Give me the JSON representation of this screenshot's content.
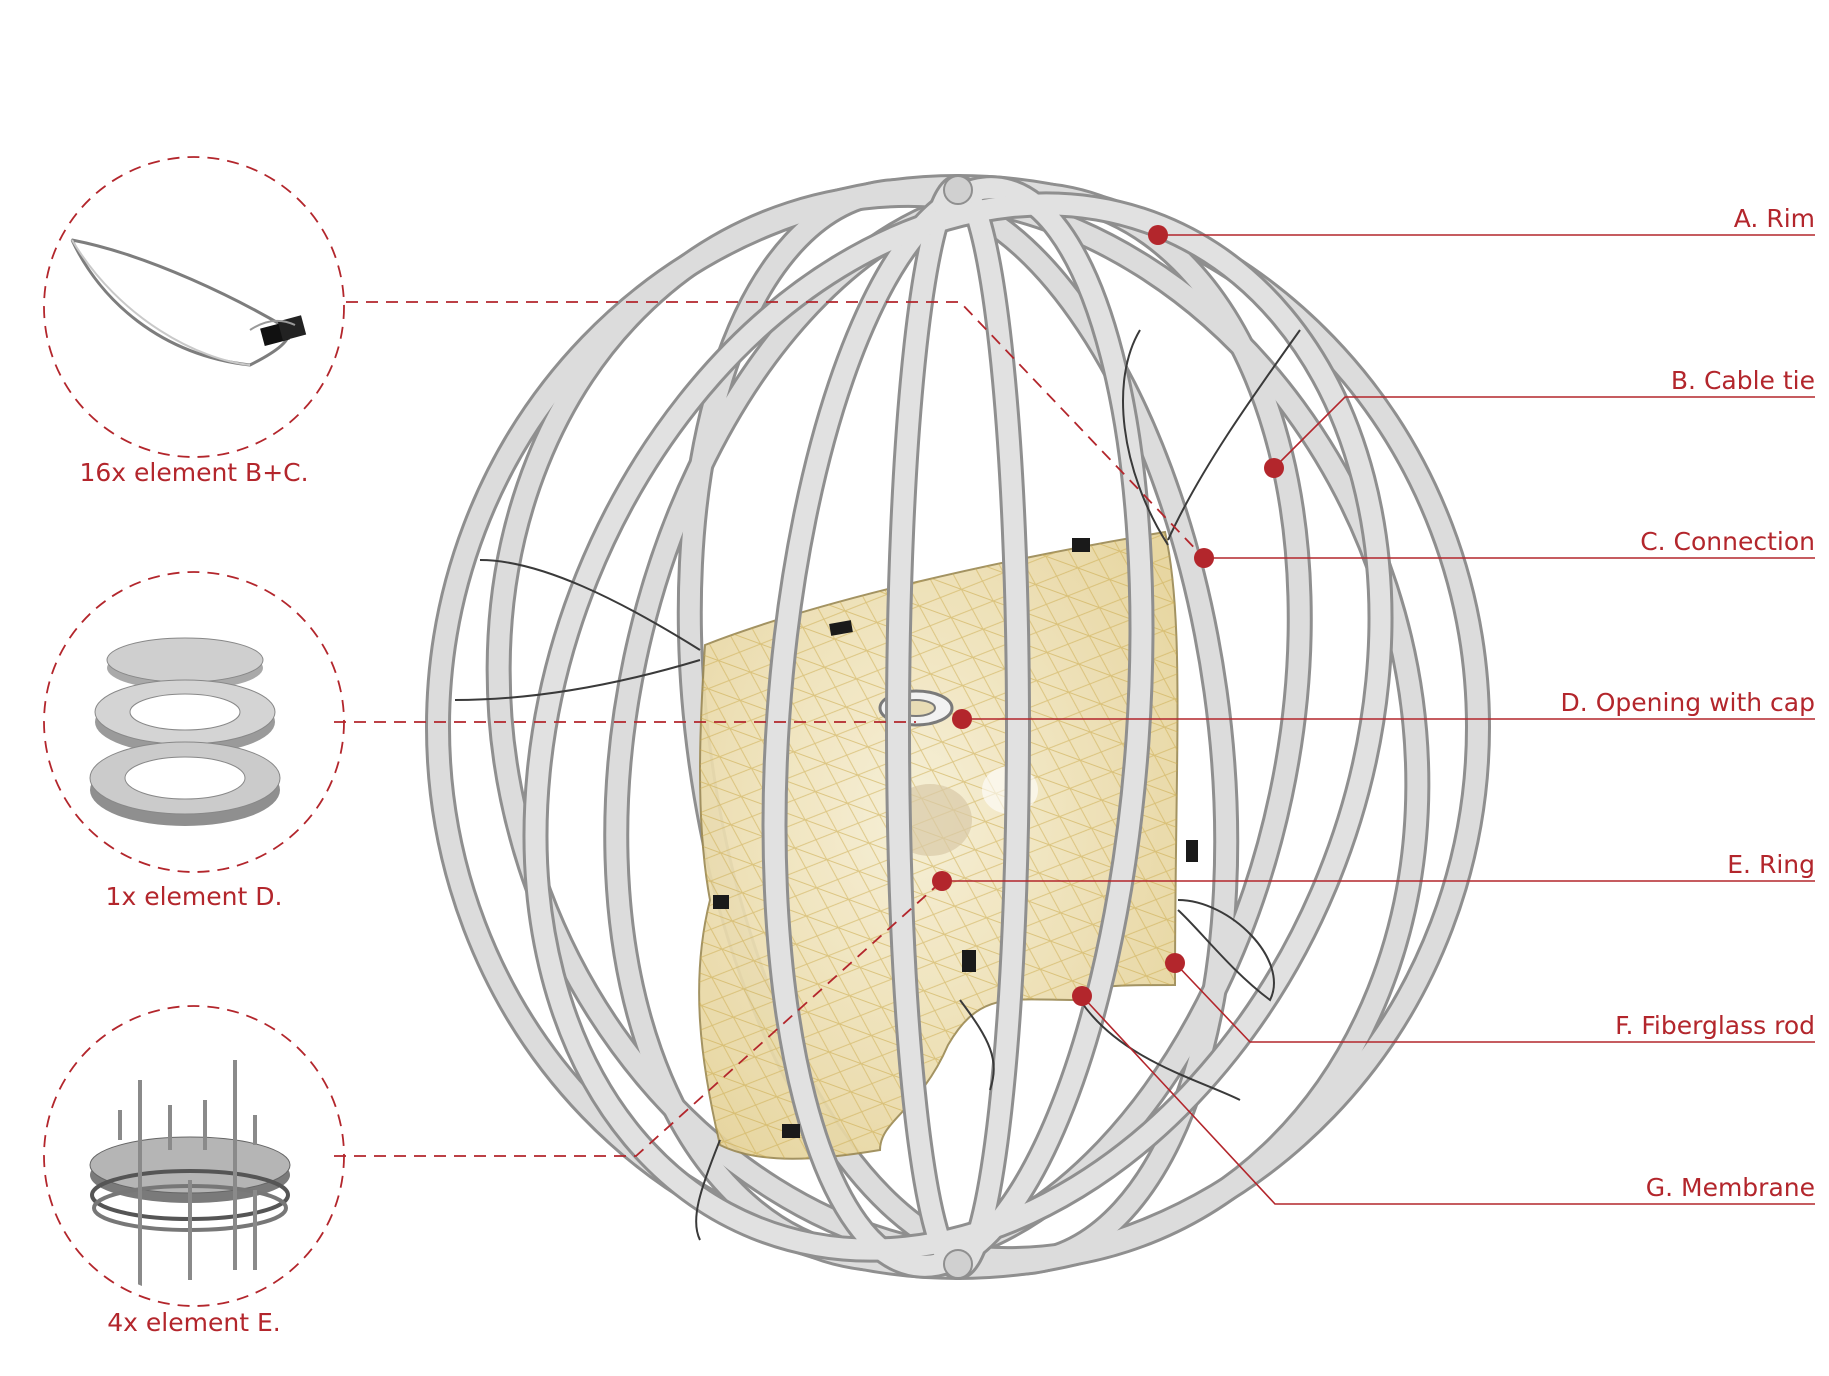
{
  "colors": {
    "accent": "#b3262c",
    "frame_tube": "#d9d9d9",
    "frame_edge": "#8f8f8f",
    "membrane": "#efe2b6",
    "membrane_mesh": "#c9a94a"
  },
  "labels": {
    "a": "A. Rim",
    "b": "B. Cable tie",
    "c": "C. Connection",
    "d": "D. Opening with cap",
    "e": "E. Ring",
    "f": "F. Fiberglass rod",
    "g": "G. Membrane"
  },
  "details": [
    {
      "caption": "16x  element  B+C."
    },
    {
      "caption": "1x element D."
    },
    {
      "caption": "4x element E."
    }
  ]
}
